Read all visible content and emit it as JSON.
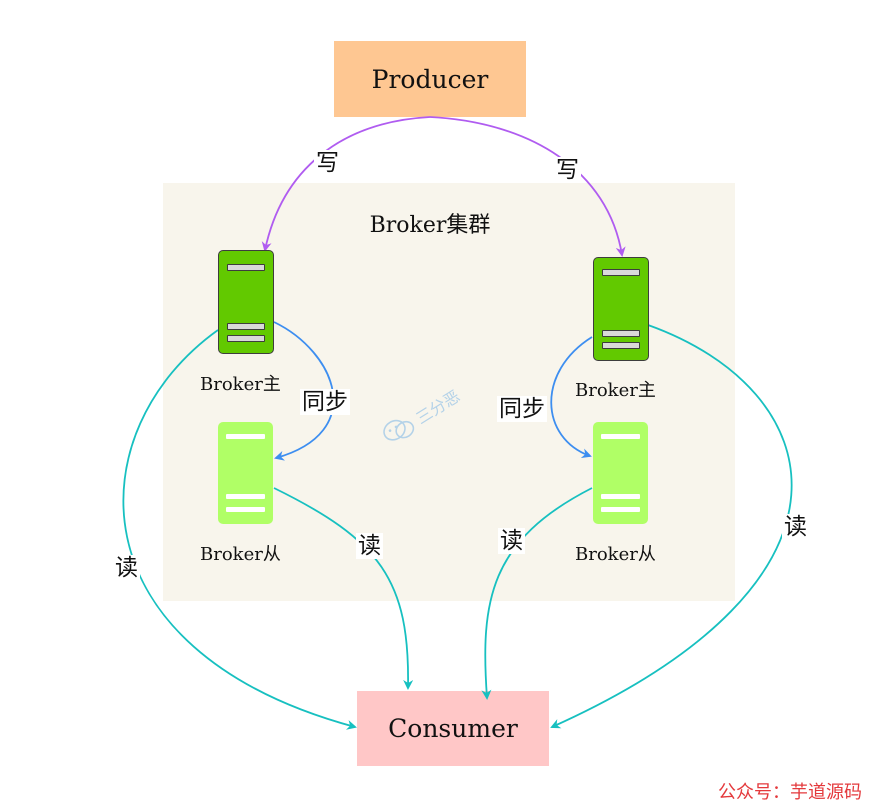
{
  "producer": {
    "label": "Producer"
  },
  "consumer": {
    "label": "Consumer"
  },
  "cluster": {
    "title": "Broker集群"
  },
  "brokers": [
    {
      "label": "Broker主",
      "role": "master"
    },
    {
      "label": "Broker从",
      "role": "slave"
    },
    {
      "label": "Broker主",
      "role": "master"
    },
    {
      "label": "Broker从",
      "role": "slave"
    }
  ],
  "edges": {
    "write_left": "写",
    "write_right": "写",
    "sync_left": "同步",
    "sync_right": "同步",
    "read_left_master": "读",
    "read_left_slave": "读",
    "read_right_slave": "读",
    "read_right_master": "读"
  },
  "watermark": {
    "logo_text": "三分恶",
    "footer": "公众号：芋道源码"
  },
  "colors": {
    "write": "#b05cf0",
    "sync": "#3d8ef0",
    "read": "#17c0c0",
    "master": "#62c900",
    "slave": "#b0ff66"
  }
}
